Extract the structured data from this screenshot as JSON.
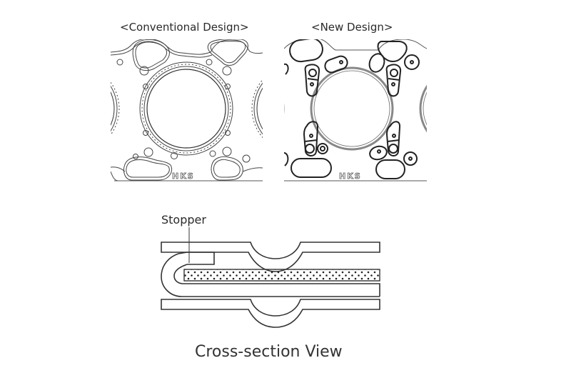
{
  "diagram": {
    "panels": [
      {
        "id": "conventional",
        "title": "<Conventional Design>",
        "brand_mark": "HKS"
      },
      {
        "id": "new",
        "title": "<New Design>",
        "brand_mark": "HKS"
      }
    ],
    "cross_section": {
      "callout_label": "Stopper",
      "caption": "Cross-section View"
    },
    "colors": {
      "line": "#333333",
      "background": "#ffffff",
      "gray_ring": "#8a8a8a"
    }
  }
}
